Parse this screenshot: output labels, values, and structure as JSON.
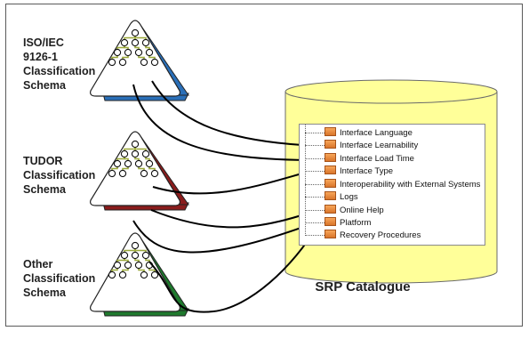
{
  "schemas": [
    {
      "label_lines": [
        "ISO/IEC",
        "9126-1",
        "Classification",
        "Schema"
      ],
      "base_color": "#2a6fb8"
    },
    {
      "label_lines": [
        "TUDOR",
        "Classification",
        "Schema"
      ],
      "base_color": "#8a1c1c"
    },
    {
      "label_lines": [
        "Other",
        "Classification",
        "Schema"
      ],
      "base_color": "#1f7a2e"
    }
  ],
  "catalogue": {
    "title": "SRP Catalogue",
    "cylinder_color": "#ffff99",
    "items": [
      "Interface Language",
      "Interface Learnability",
      "Interface Load Time",
      "Interface Type",
      "Interoperability with External Systems",
      "Logs",
      "Online Help",
      "Platform",
      "Recovery Procedures"
    ]
  }
}
